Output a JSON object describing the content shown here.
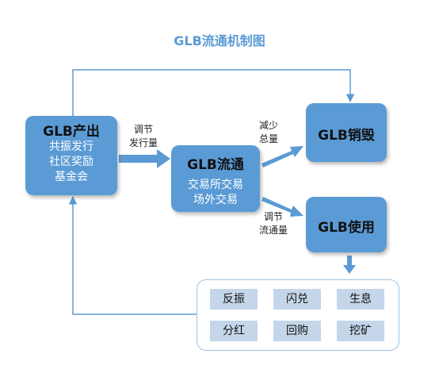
{
  "title": "GLB流通机制图",
  "nodes": {
    "produce": {
      "heading": "GLB产出",
      "lines": [
        "共振发行",
        "社区奖励",
        "基金会"
      ]
    },
    "circulate": {
      "heading": "GLB流通",
      "lines": [
        "交易所交易",
        "场外交易"
      ]
    },
    "burn": {
      "heading": "GLB销毁"
    },
    "use": {
      "heading": "GLB使用"
    }
  },
  "edge_labels": {
    "adjust_issue": [
      "调节",
      "发行量"
    ],
    "reduce_total": [
      "减少",
      "总量"
    ],
    "adjust_circulation": [
      "调节",
      "流通量"
    ]
  },
  "usages": [
    "反振",
    "闪兑",
    "生息",
    "分红",
    "回购",
    "挖矿"
  ],
  "colors": {
    "node": "#5b9bd5",
    "chip": "#c5d6ea",
    "title": "#5b9bd5",
    "box_border": "#9dc3e6"
  }
}
